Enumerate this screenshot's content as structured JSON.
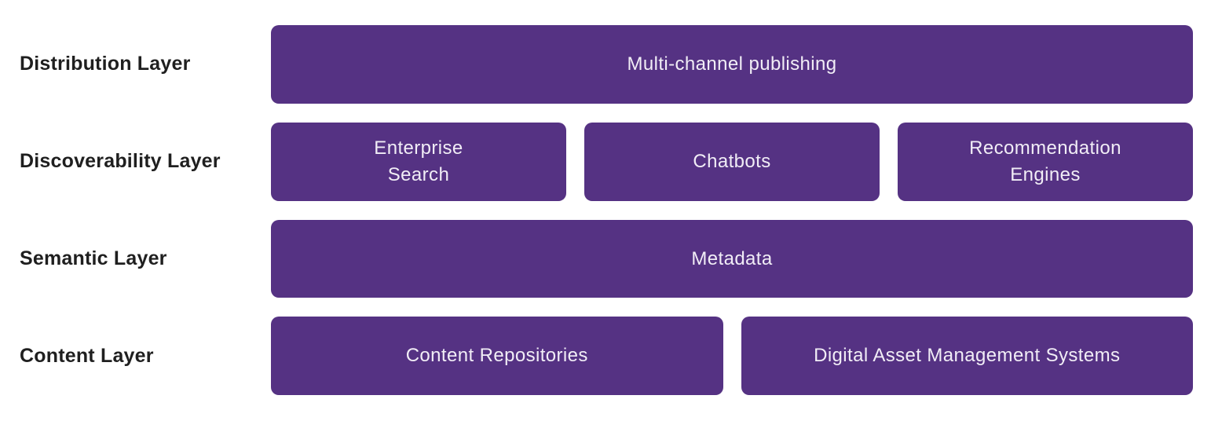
{
  "colors": {
    "box_background": "#553283",
    "box_text": "#f1edf6",
    "label_text": "#1f1f1f",
    "page_background": "#ffffff"
  },
  "diagram": {
    "layers": [
      {
        "label": "Distribution Layer",
        "boxes": [
          "Multi-channel publishing"
        ]
      },
      {
        "label": "Discoverability Layer",
        "boxes": [
          "Enterprise\nSearch",
          "Chatbots",
          "Recommendation\nEngines"
        ]
      },
      {
        "label": "Semantic Layer",
        "boxes": [
          "Metadata"
        ]
      },
      {
        "label": "Content Layer",
        "boxes": [
          "Content Repositories",
          "Digital Asset Management Systems"
        ]
      }
    ]
  }
}
